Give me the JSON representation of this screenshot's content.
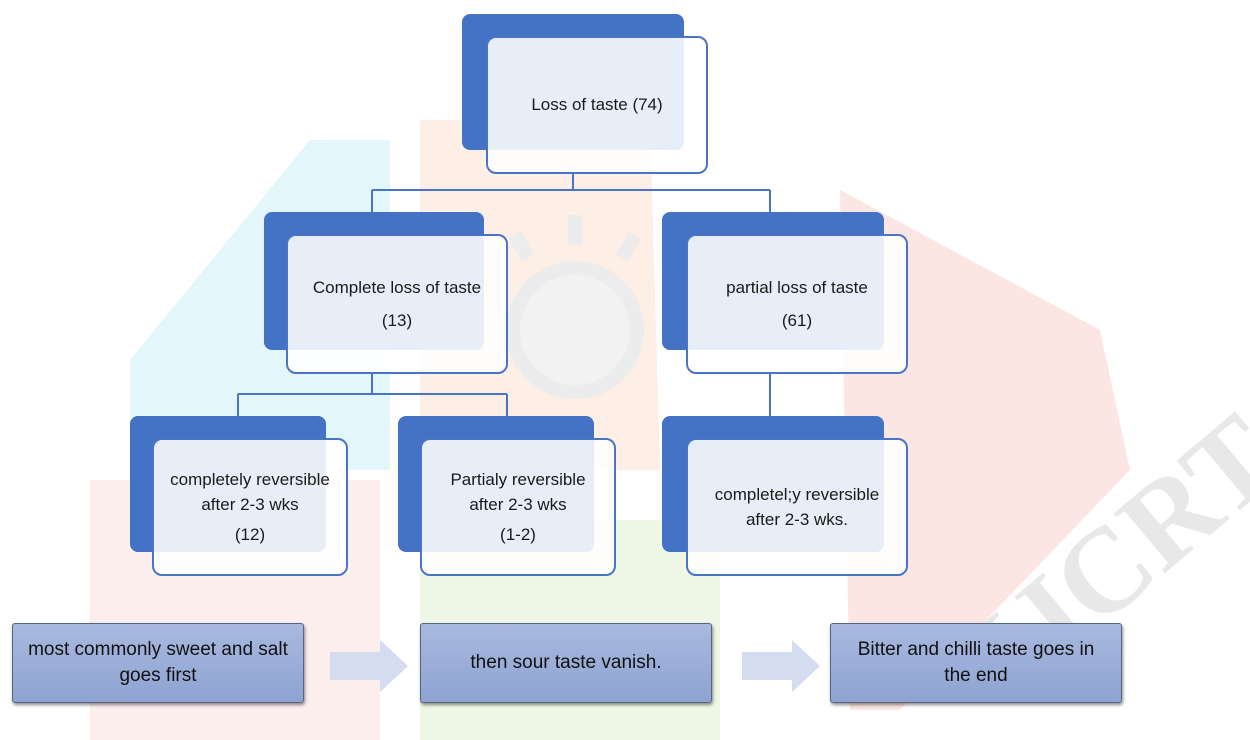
{
  "tree": {
    "root": {
      "label": "Loss of taste (74)"
    },
    "complete": {
      "label": "Complete loss of taste",
      "count": "(13)"
    },
    "partial": {
      "label": "partial loss of taste",
      "count": "(61)"
    },
    "complete_reversible": {
      "label": "completely reversible after 2-3 wks",
      "count": "(12)"
    },
    "partial_reversible": {
      "label": "Partialy reversible after 2-3 wks",
      "count": "(1-2)"
    },
    "partial_completely_reversible": {
      "label": "completel;y reversible after 2-3 wks."
    }
  },
  "sequence": {
    "steps": [
      {
        "label": "most commonly sweet and salt goes first"
      },
      {
        "label": "then sour taste vanish."
      },
      {
        "label": "Bitter and chilli taste goes in the end"
      }
    ]
  },
  "colors": {
    "node_back": "#4472c4",
    "node_border": "#4a74c6",
    "connector": "#4a74c6",
    "step_fill": "#9aadd9",
    "arrow_fill": "#d4dcef"
  }
}
